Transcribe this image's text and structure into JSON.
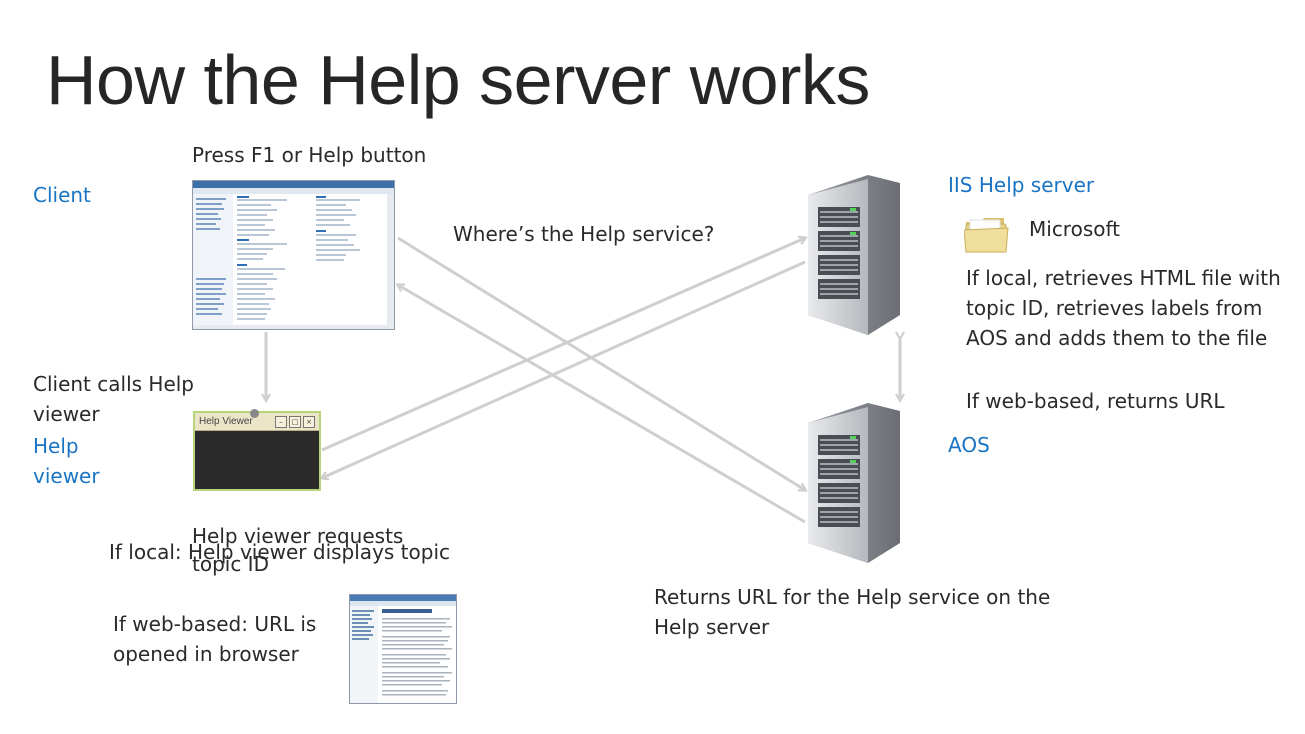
{
  "title": "How the Help server works",
  "labels": {
    "press_f1": "Press F1 or Help button",
    "client": "Client",
    "client_calls": "Client calls Help viewer",
    "help_viewer": "Help viewer",
    "wheres_help": "Where’s the Help service?",
    "iis_help_server": "IIS Help server",
    "microsoft": "Microsoft",
    "if_local_retrieves": "If local, retrieves HTML file with topic ID, retrieves labels from AOS and adds them to the file",
    "if_web_returns": "If web-based, returns URL",
    "aos": "AOS",
    "hv_requests": "Help viewer requests topic ID",
    "if_local_displays": "If local: Help viewer displays topic",
    "returns_url": "Returns URL for the Help service on the Help server",
    "if_web_opened": "If web-based: URL is opened in browser"
  },
  "help_viewer_window": {
    "title": "Help Viewer"
  },
  "colors": {
    "accent_blue": "#1a74c4",
    "arrow_gray": "#cfcfcf"
  }
}
